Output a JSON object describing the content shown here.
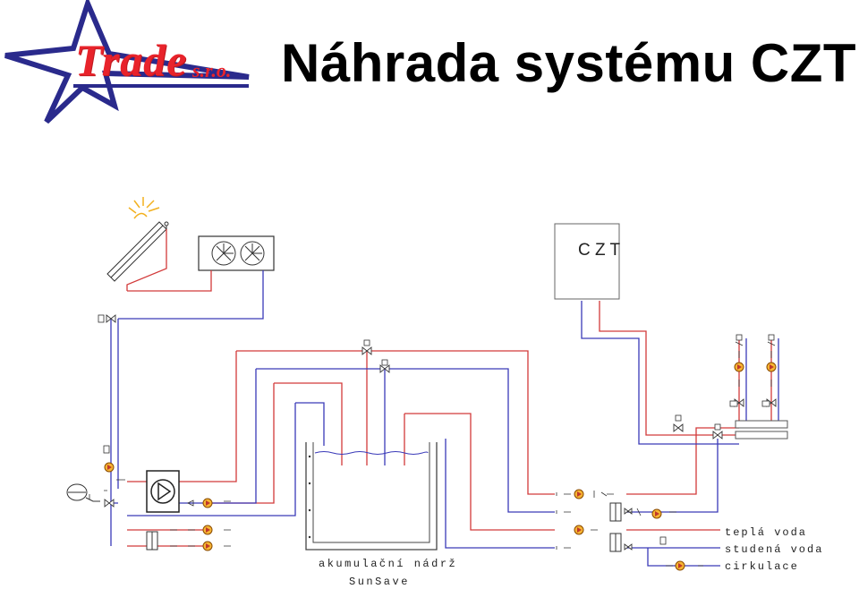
{
  "logo": {
    "text": "Trade",
    "suffix": "s.r.o."
  },
  "title": "Náhrada systému CZT",
  "diagram": {
    "czt_label": "C Z T",
    "tank_label": "akumulační nádrž",
    "tank_model": "SunSave",
    "outputs": {
      "hot_water": "teplá voda",
      "cold_water": "studená voda",
      "circulation": "cirkulace"
    },
    "colors": {
      "supply": "#d23a3a",
      "return": "#3a3ab8",
      "logo_blue": "#2a2a8c",
      "logo_red": "#e8232b"
    }
  }
}
